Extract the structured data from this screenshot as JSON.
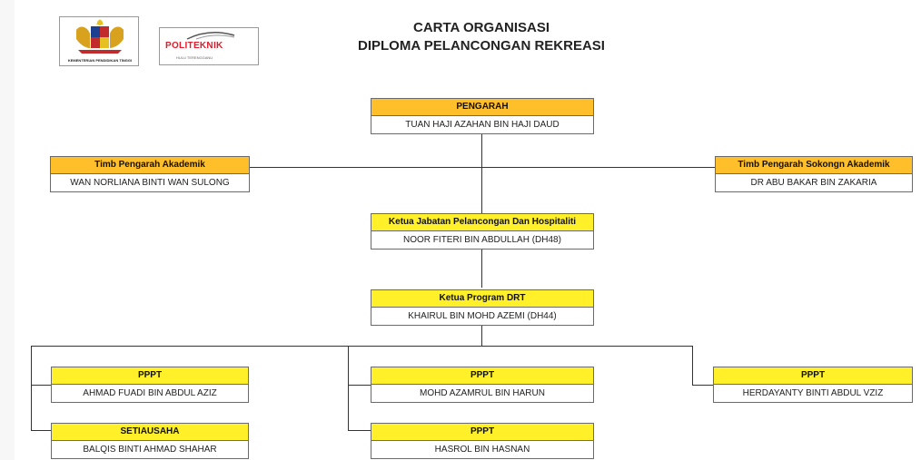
{
  "title": {
    "line1": "CARTA ORGANISASI",
    "line2": "DIPLOMA PELANCONGAN REKREASI"
  },
  "logos": {
    "kementerian": {
      "icon": "coat-of-arms-icon",
      "caption": "KEMENTERIAN PENDIDIKAN TINGGI"
    },
    "politeknik": {
      "icon": "politeknik-logo-icon",
      "brand": "POLITEKNIK",
      "caption": "HULU TERENGGANU"
    }
  },
  "colors": {
    "orange_header": "#ffbf2a",
    "yellow_header": "#fff02a",
    "line": "#333333"
  },
  "nodes": {
    "pengarah": {
      "title": "PENGARAH",
      "name": "TUAN HAJI AZAHAN BIN HAJI DAUD"
    },
    "tpa": {
      "title": "Timb Pengarah Akademik",
      "name": "WAN NORLIANA BINTI WAN SULONG"
    },
    "tpsa": {
      "title": "Timb Pengarah Sokongn Akademik",
      "name": "DR ABU BAKAR BIN ZAKARIA"
    },
    "ketua_jabatan": {
      "title": "Ketua Jabatan Pelancongan Dan Hospitaliti",
      "name": "NOOR FITERI BIN ABDULLAH (DH48)"
    },
    "ketua_program": {
      "title": "Ketua Program DRT",
      "name": "KHAIRUL BIN MOHD AZEMI (DH44)"
    },
    "pppt1": {
      "title": "PPPT",
      "name": "AHMAD FUADI BIN ABDUL AZIZ"
    },
    "setiausaha": {
      "title": "SETIAUSAHA",
      "name": "BALQIS BINTI AHMAD SHAHAR"
    },
    "pppt2": {
      "title": "PPPT",
      "name": "MOHD AZAMRUL BIN HARUN"
    },
    "pppt3": {
      "title": "PPPT",
      "name": "HASROL BIN HASNAN"
    },
    "pppt4": {
      "title": "PPPT",
      "name": "HERDAYANTY BINTI ABDUL VZIZ"
    }
  }
}
